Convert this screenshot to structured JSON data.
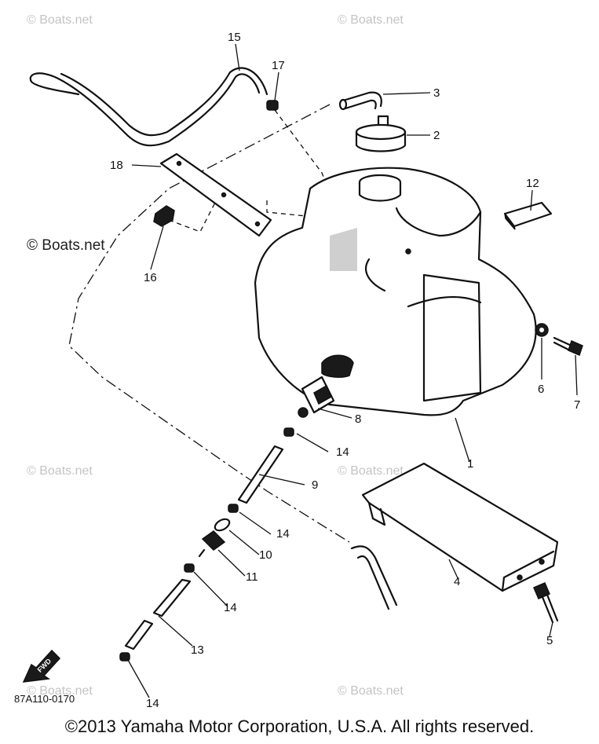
{
  "callouts": [
    "1",
    "2",
    "3",
    "4",
    "5",
    "6",
    "7",
    "8",
    "9",
    "10",
    "11",
    "12",
    "13",
    "14",
    "15",
    "16",
    "17",
    "18"
  ],
  "watermark": "© Boats.net",
  "diagram_code": "87A110-0170",
  "fwd_label": "FWD",
  "copyright": "©2013 Yamaha Motor Corporation, U.S.A. All rights reserved."
}
